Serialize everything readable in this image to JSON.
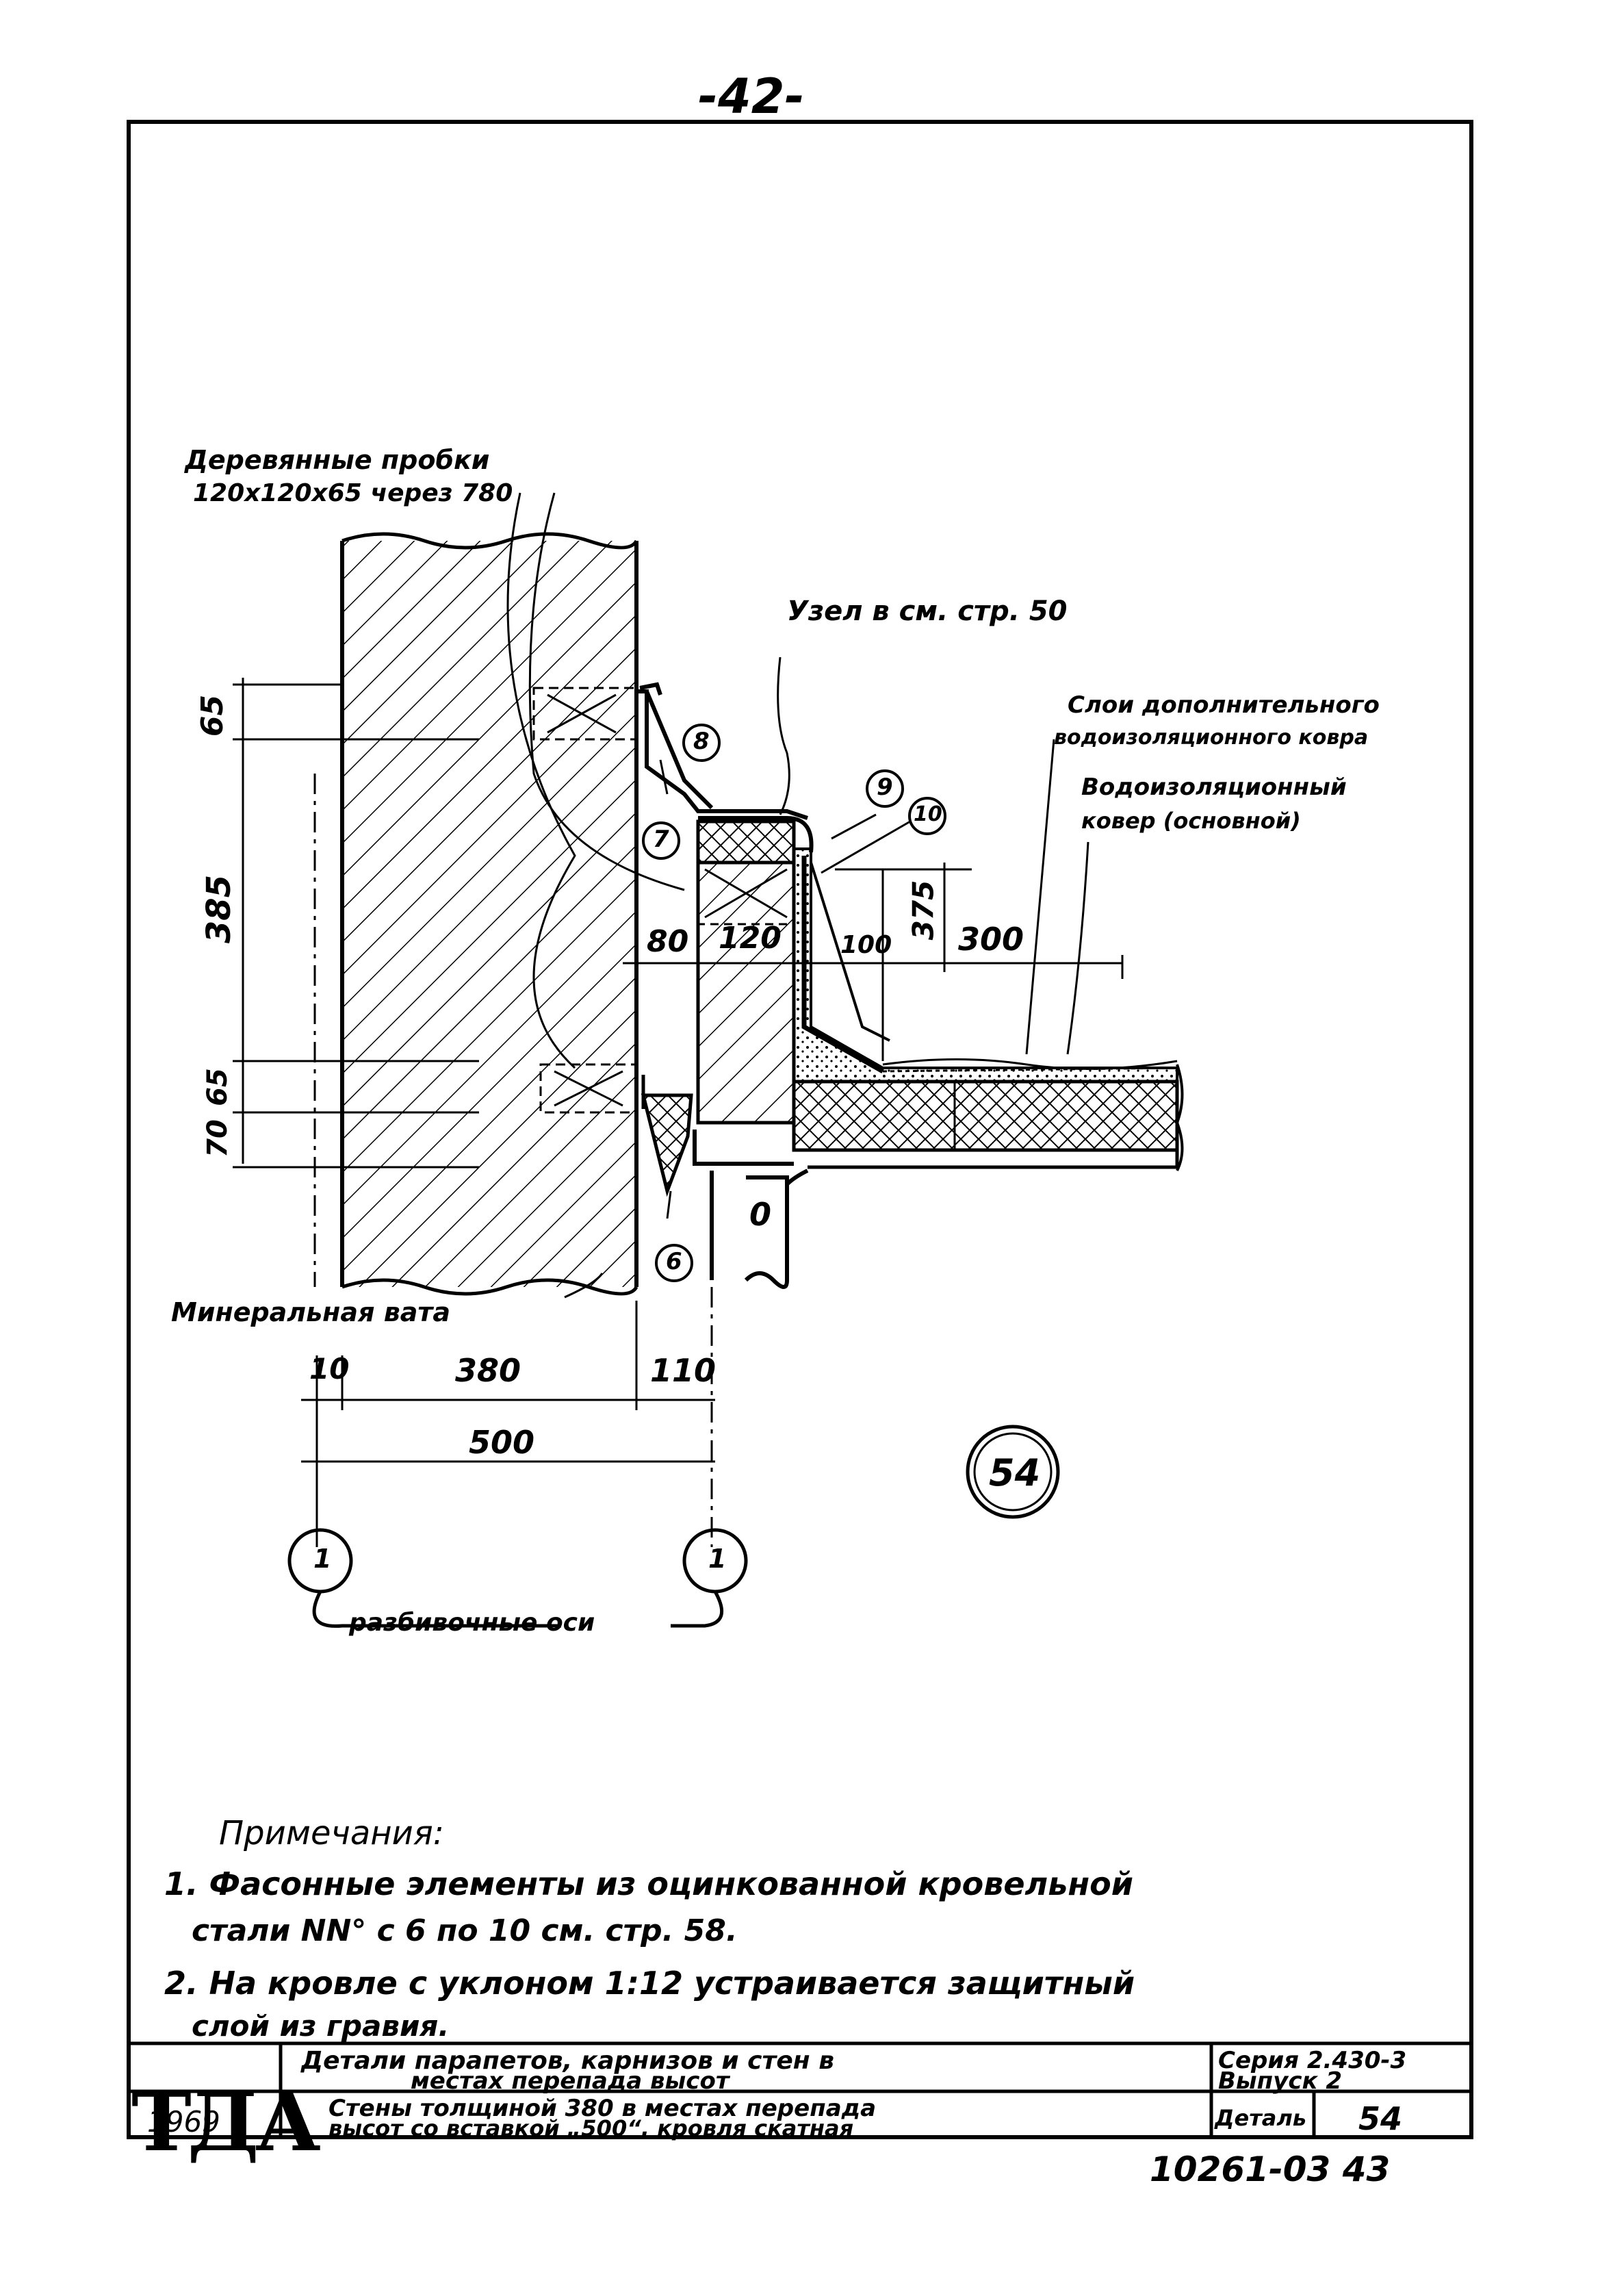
{
  "page_number": "-42-",
  "labels": {
    "wooden_plugs_1": "Деревянные пробки",
    "wooden_plugs_2": "120х120х65 через 780",
    "node_ref": "Узел в см. стр. 50",
    "extra_layer_1": "Слои дополнительного",
    "extra_layer_2": "водоизоляционного ковра",
    "main_layer_1": "Водоизоляционный",
    "main_layer_2": "ковер (основной)",
    "mineral_wool": "Минеральная вата",
    "axes": "разбивочные оси",
    "axis_mark": "1"
  },
  "callouts": [
    "8",
    "7",
    "9",
    "10",
    "6"
  ],
  "dimensions": {
    "v65": "65",
    "v385": "385",
    "v65b": "65",
    "v70": "70",
    "d80": "80",
    "d120": "120",
    "d100": "100",
    "d375": "375",
    "d300": "300",
    "b10": "10",
    "b380": "380",
    "b110": "110",
    "b500": "500"
  },
  "detail_number": "54",
  "notes": {
    "title": "Примечания:",
    "n1a": "1. Фасонные элементы из оцинкованной кровельной",
    "n1b": "стали NN° с 6 по 10 см. стр. 58.",
    "n2a": "2. На кровле с уклоном 1:12 устраивается защитный",
    "n2b": "слой из гравия."
  },
  "title_block": {
    "logo": "ТДА",
    "year": "1969",
    "title1_a": "Детали парапетов, карнизов и стен в",
    "title1_b": "местах перепада высот",
    "series": "Серия 2.430-3",
    "issue": "Выпуск 2",
    "title2_a": "Стены толщиной 380 в местах перепада",
    "title2_b": "высот со вставкой „500“, кровля скатная",
    "detail_label": "Деталь",
    "detail_value": "54"
  },
  "doc_code": "10261-03 43"
}
